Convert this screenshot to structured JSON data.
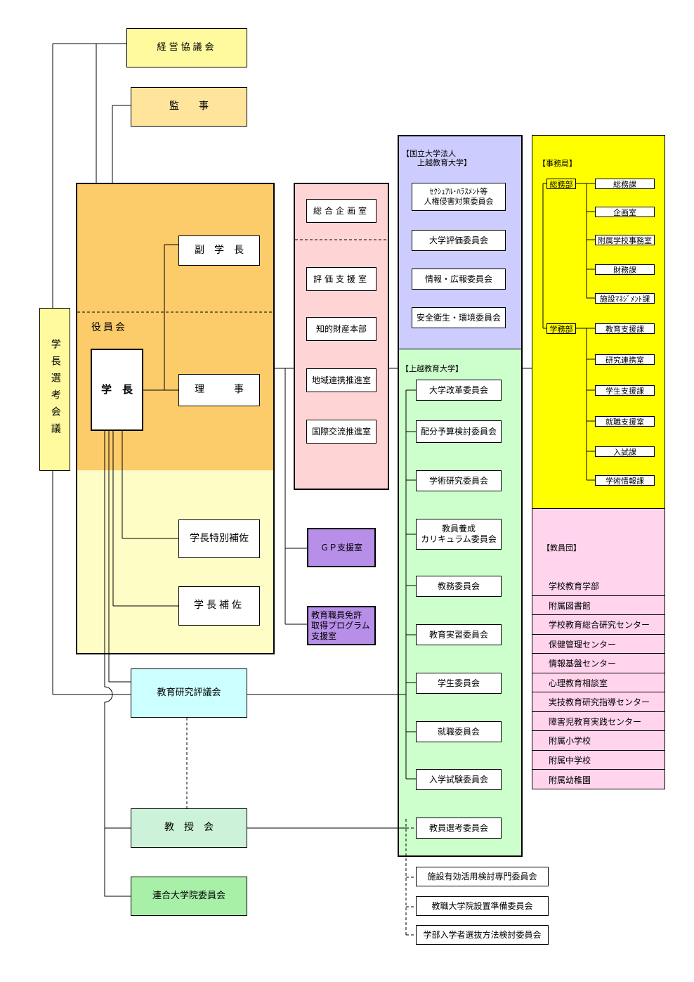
{
  "colors": {
    "officers_orange": "#FCCB6A",
    "lower_yellow": "#FFFDC6",
    "keiei_yellow": "#FFFA9E",
    "kanji_orange": "#FFE49C",
    "pink": "#FFD4D4",
    "lavender": "#CCCCFF",
    "green": "#CCFFCC",
    "office_yellow": "#FFFF00",
    "faculty_pink": "#FFD4EC",
    "purple": "#B88FE8",
    "cyan": "#CCFFFF",
    "council_green": "#CCF2D9",
    "renkai_green": "#A8F0A8"
  },
  "top": {
    "keiei": "経営協議会",
    "kanji": "監　　事"
  },
  "selection_council": "学長選考会議",
  "officers": {
    "label": "役員会",
    "president": "学　長",
    "vice_president": "副　学　長",
    "director": "理　　　事",
    "special_aide": "学長特別補佐",
    "aide": "学長補佐"
  },
  "pink_offices": [
    "総合企画室",
    "評価支援室",
    "知的財産本部",
    "地域連携推進室",
    "国際交流推進室"
  ],
  "purple_offices": {
    "gp": "ＧＰ支援室",
    "license": "教育職員免許\n取得プログラム\n支援室"
  },
  "councils": {
    "edu_research": "教育研究評議会",
    "professors": "教　授　会",
    "graduate": "連合大学院委員会"
  },
  "corp_committees": {
    "header": "【国立大学法人\n　　上越教育大学】",
    "items": [
      "ｾｸｼｭｱﾙ･ﾊﾗｽﾒﾝﾄ等\n人権侵害対策委員会",
      "大学評価委員会",
      "情報・広報委員会",
      "安全衛生・環境委員会"
    ]
  },
  "univ_committees": {
    "header": "【上越教育大学】",
    "items": [
      "大学改革委員会",
      "配分予算検討委員会",
      "学術研究委員会",
      "教員養成\nカリキュラム委員会",
      "教務委員会",
      "教育実習委員会",
      "学生委員会",
      "就職委員会",
      "入学試験委員会",
      "教員選考委員会"
    ]
  },
  "special_committees": [
    "施設有効活用検討専門委員会",
    "教職大学院設置準備委員会",
    "学部入学者選抜方法検討委員会"
  ],
  "secretariat": {
    "header": "【事務局】",
    "general_affairs": {
      "name": "総務部",
      "sections": [
        "総務課",
        "企画室",
        "附属学校事務室",
        "財務課",
        "施設ﾏﾈｼﾞﾒﾝﾄ課"
      ]
    },
    "academic_affairs": {
      "name": "学務部",
      "sections": [
        "教育支援課",
        "研究連携室",
        "学生支援課",
        "就職支援室",
        "入試課",
        "学術情報課"
      ]
    }
  },
  "faculty": {
    "header": "【教員団】",
    "items": [
      "学校教育学部",
      "附属図書館",
      "学校教育総合研究センター",
      "保健管理センター",
      "情報基盤センター",
      "心理教育相談室",
      "実技教育研究指導センター",
      "障害児教育実践センター",
      "附属小学校",
      "附属中学校",
      "附属幼稚園"
    ]
  }
}
